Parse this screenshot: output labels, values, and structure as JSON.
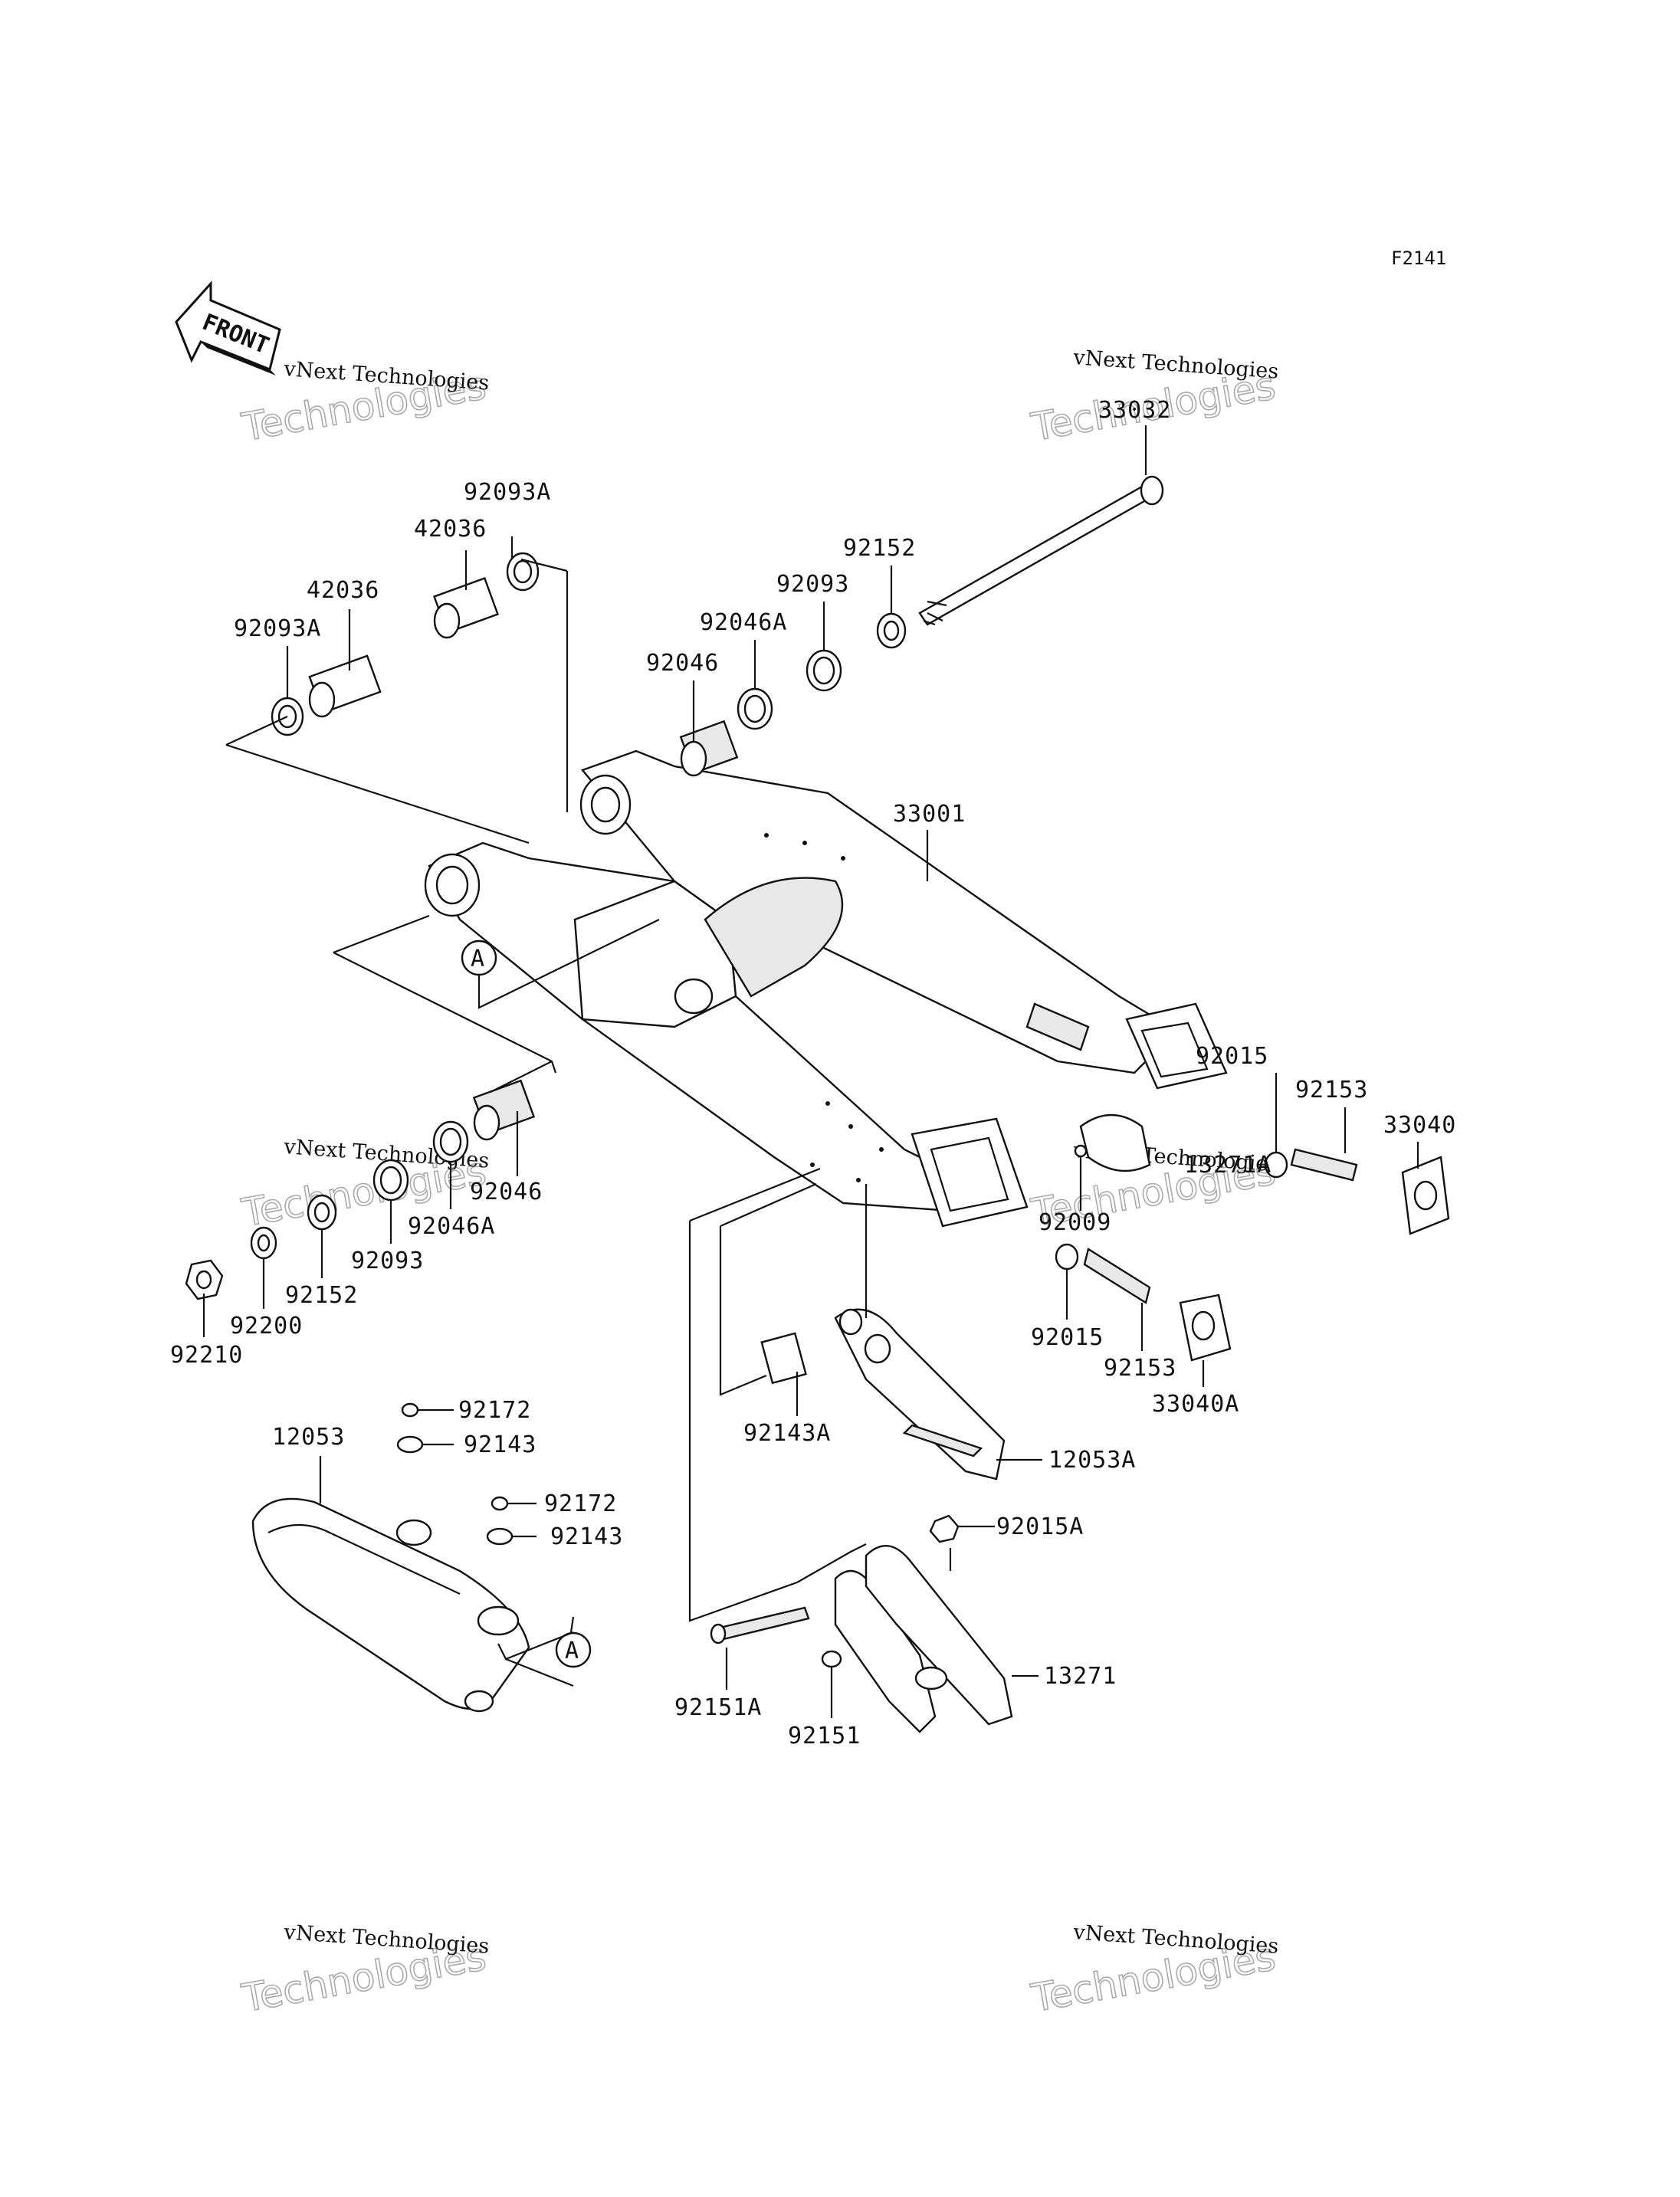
{
  "figure_code": "F2141",
  "front_label": "FRONT",
  "watermark": {
    "line1": "vNext Technologies",
    "line2": "Technologies"
  },
  "callout_marker": "A",
  "part_labels": [
    {
      "id": "33032",
      "text": "33032"
    },
    {
      "id": "92093A-top",
      "text": "92093A"
    },
    {
      "id": "42036-top",
      "text": "42036"
    },
    {
      "id": "42036-left",
      "text": "42036"
    },
    {
      "id": "92093A-left",
      "text": "92093A"
    },
    {
      "id": "92152-top",
      "text": "92152"
    },
    {
      "id": "92093-top",
      "text": "92093"
    },
    {
      "id": "92046A-top",
      "text": "92046A"
    },
    {
      "id": "92046-top",
      "text": "92046"
    },
    {
      "id": "33001",
      "text": "33001"
    },
    {
      "id": "92015-right",
      "text": "92015"
    },
    {
      "id": "92153-right",
      "text": "92153"
    },
    {
      "id": "33040",
      "text": "33040"
    },
    {
      "id": "13271A",
      "text": "13271A"
    },
    {
      "id": "92009",
      "text": "92009"
    },
    {
      "id": "92046-low",
      "text": "92046"
    },
    {
      "id": "92046A-low",
      "text": "92046A"
    },
    {
      "id": "92093-low",
      "text": "92093"
    },
    {
      "id": "92152-low",
      "text": "92152"
    },
    {
      "id": "92200",
      "text": "92200"
    },
    {
      "id": "92210",
      "text": "92210"
    },
    {
      "id": "92015-mid",
      "text": "92015"
    },
    {
      "id": "92153-mid",
      "text": "92153"
    },
    {
      "id": "33040A",
      "text": "33040A"
    },
    {
      "id": "92143A",
      "text": "92143A"
    },
    {
      "id": "12053A",
      "text": "12053A"
    },
    {
      "id": "92172-a",
      "text": "92172"
    },
    {
      "id": "92143-a",
      "text": "92143"
    },
    {
      "id": "12053",
      "text": "12053"
    },
    {
      "id": "92172-b",
      "text": "92172"
    },
    {
      "id": "92143-b",
      "text": "92143"
    },
    {
      "id": "92015A",
      "text": "92015A"
    },
    {
      "id": "13271",
      "text": "13271"
    },
    {
      "id": "92151A",
      "text": "92151A"
    },
    {
      "id": "92151",
      "text": "92151"
    }
  ]
}
